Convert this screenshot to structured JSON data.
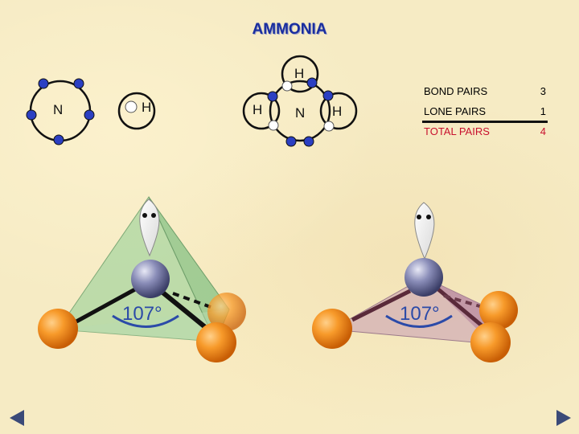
{
  "title": "AMMONIA",
  "atoms": {
    "n_single": "N",
    "h_single": "H",
    "molecule_h_top": "H",
    "molecule_h_left": "H",
    "molecule_n": "N",
    "molecule_h_right": "H"
  },
  "pairs_table": {
    "rows": [
      {
        "label": "BOND PAIRS",
        "value": "3"
      },
      {
        "label": "LONE PAIRS",
        "value": "1"
      },
      {
        "label": "TOTAL PAIRS",
        "value": "4"
      }
    ]
  },
  "angles": {
    "left": "107°",
    "right": "107°"
  },
  "colors": {
    "title": "#1a2e9e",
    "electron": "#2b3fc2",
    "hydrogen": "#f08a1a",
    "nitrogen": "#6a6e9e",
    "total_row": "#c8102e"
  }
}
